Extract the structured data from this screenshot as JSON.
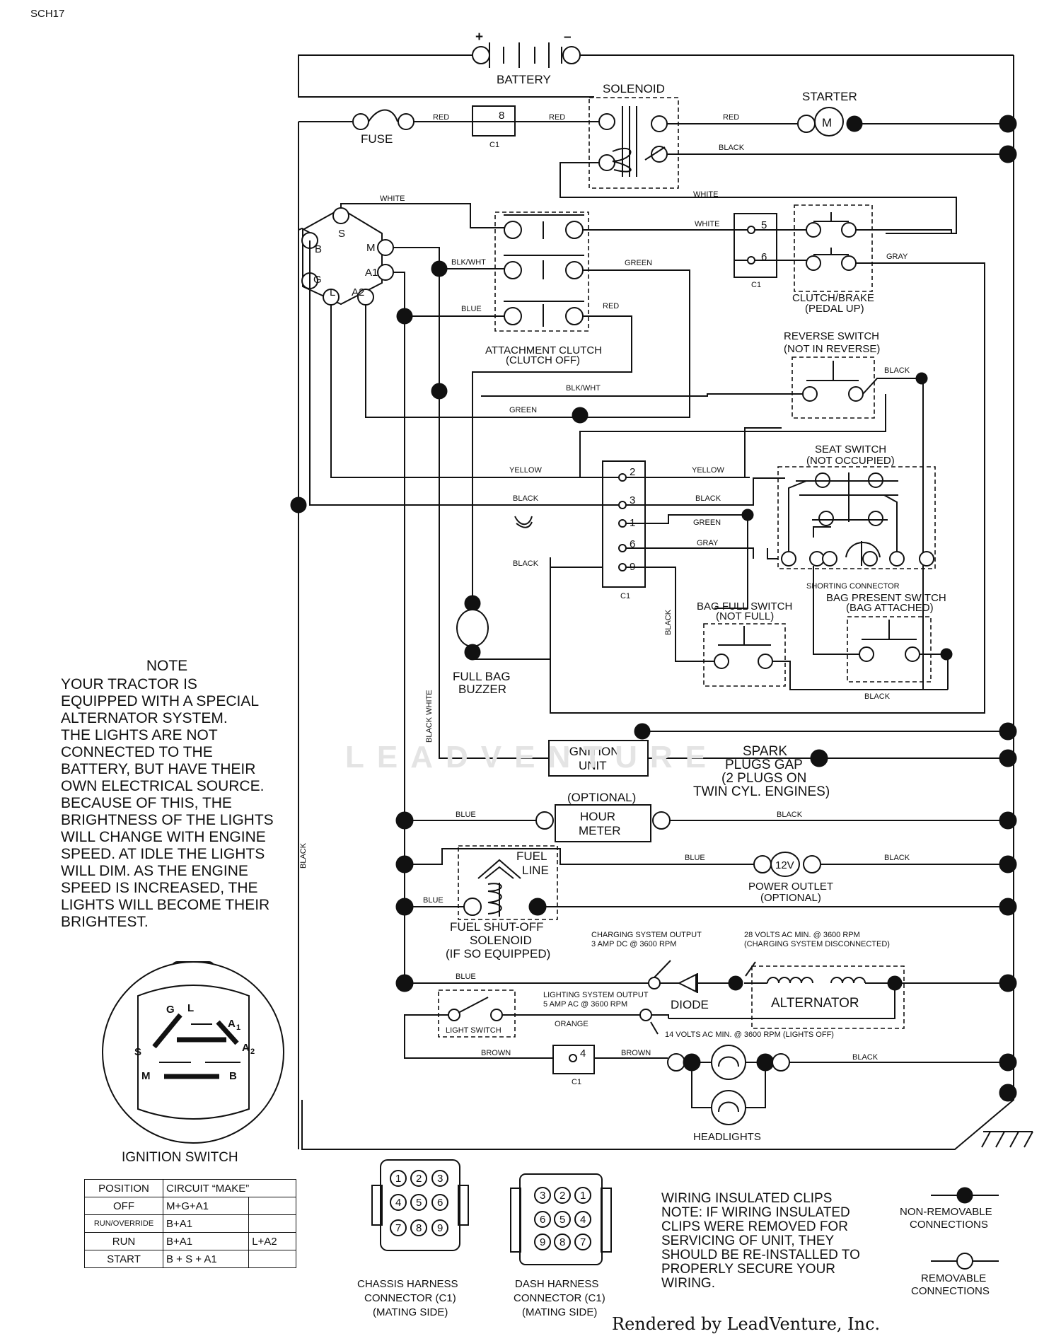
{
  "page_code": "SCH17",
  "battery": {
    "label": "BATTERY",
    "plus": "+",
    "minus": "–"
  },
  "labels": {
    "solenoid": "SOLENOID",
    "starter": "STARTER",
    "starter_letter": "M",
    "fuse": "FUSE",
    "attachment_clutch": [
      "ATTACHMENT CLUTCH",
      "(CLUTCH OFF)"
    ],
    "clutch_brake": [
      "CLUTCH/BRAKE",
      "(PEDAL UP)"
    ],
    "reverse_switch": [
      "REVERSE SWITCH",
      "(NOT IN REVERSE)"
    ],
    "seat_switch": [
      "SEAT SWITCH",
      "(NOT OCCUPIED)"
    ],
    "shorting_connector": "SHORTING CONNECTOR",
    "bag_full_switch": [
      "BAG FULL SWITCH",
      "(NOT FULL)"
    ],
    "bag_present_switch": [
      "BAG PRESENT SWITCH",
      "(BAG ATTACHED)"
    ],
    "full_bag_buzzer": [
      "FULL BAG",
      "BUZZER"
    ],
    "ignition_unit": [
      "IGNITION",
      "UNIT"
    ],
    "spark_plugs": [
      "SPARK",
      "PLUGS GAP",
      "(2 PLUGS ON",
      "TWIN CYL. ENGINES)"
    ],
    "hour_meter": [
      "(OPTIONAL)",
      "HOUR",
      "METER"
    ],
    "fuel_line": [
      "FUEL",
      "LINE"
    ],
    "power_outlet": [
      "POWER OUTLET",
      "(OPTIONAL)"
    ],
    "power_outlet_value": "12V",
    "fuel_shutoff": [
      "FUEL SHUT-OFF",
      "SOLENOID",
      "(IF SO EQUIPPED)"
    ],
    "charging_output": [
      "CHARGING SYSTEM OUTPUT",
      "3 AMP DC @ 3600 RPM"
    ],
    "volts_28": [
      "28 VOLTS AC MIN. @ 3600 RPM",
      "(CHARGING SYSTEM DISCONNECTED)"
    ],
    "lighting_output": [
      "LIGHTING SYSTEM OUTPUT",
      "5 AMP AC @ 3600 RPM"
    ],
    "diode": "DIODE",
    "alternator": "ALTERNATOR",
    "light_switch": "LIGHT SWITCH",
    "volts_14": "14 VOLTS AC MIN. @ 3600 RPM (LIGHTS OFF)",
    "headlights": "HEADLIGHTS",
    "ignition_switch": "IGNITION SWITCH",
    "c1": "C1",
    "terminals": [
      "S",
      "B",
      "M",
      "A1",
      "G",
      "L",
      "A2"
    ]
  },
  "wires": {
    "red": "RED",
    "black": "BLACK",
    "white": "WHITE",
    "blkwht": "BLK/WHT",
    "green": "GREEN",
    "blue": "BLUE",
    "gray": "GRAY",
    "yellow": "YELLOW",
    "orange": "ORANGE",
    "brown": "BROWN",
    "black_white": "BLACK WHITE"
  },
  "c1_pins": {
    "p8": "8",
    "p5": "5",
    "p6": "6",
    "p2": "2",
    "p3": "3",
    "p1": "1",
    "p6b": "6",
    "p9": "9",
    "p4": "4"
  },
  "note": {
    "title": "NOTE",
    "lines": [
      "YOUR TRACTOR IS",
      "EQUIPPED WITH A SPECIAL",
      "ALTERNATOR SYSTEM.",
      "THE LIGHTS ARE NOT",
      "CONNECTED TO THE",
      "BATTERY, BUT HAVE THEIR",
      "OWN ELECTRICAL SOURCE.",
      "BECAUSE OF THIS, THE",
      "BRIGHTNESS OF THE LIGHTS",
      "WILL CHANGE WITH ENGINE",
      "SPEED.  AT IDLE THE LIGHTS",
      "WILL DIM.  AS THE ENGINE",
      "SPEED IS INCREASED,  THE",
      "LIGHTS WILL BECOME THEIR",
      "BRIGHTEST."
    ]
  },
  "ignition_switch_face": {
    "G": "G",
    "L": "L",
    "A1": "A",
    "A1_sub": "1",
    "A2": "A",
    "A2_sub": "2",
    "S": "S",
    "M": "M",
    "B": "B"
  },
  "ignition_table": {
    "headers": [
      "POSITION",
      "CIRCUIT    “MAKE”"
    ],
    "rows": [
      {
        "position": "OFF",
        "circuit": "M+G+A1",
        "extra": ""
      },
      {
        "position": "RUN/OVERRIDE",
        "circuit": "B+A1",
        "extra": ""
      },
      {
        "position": "RUN",
        "circuit": "B+A1",
        "extra": "L+A2"
      },
      {
        "position": "START",
        "circuit": "B + S + A1",
        "extra": ""
      }
    ]
  },
  "connectors": {
    "chassis": {
      "caption": [
        "CHASSIS HARNESS",
        "CONNECTOR (C1)",
        "(MATING SIDE)"
      ],
      "pins": [
        "1",
        "2",
        "3",
        "4",
        "5",
        "6",
        "7",
        "8",
        "9"
      ]
    },
    "dash": {
      "caption": [
        "DASH HARNESS",
        "CONNECTOR (C1)",
        "(MATING SIDE)"
      ],
      "pins": [
        "3",
        "2",
        "1",
        "6",
        "5",
        "4",
        "9",
        "8",
        "7"
      ]
    }
  },
  "clips_note": [
    "WIRING INSULATED CLIPS",
    "NOTE: IF WIRING INSULATED",
    "CLIPS WERE REMOVED FOR",
    "SERVICING OF UNIT, THEY",
    "SHOULD BE RE-INSTALLED TO",
    "PROPERLY SECURE YOUR",
    "WIRING."
  ],
  "legend": {
    "non_removable": [
      "NON-REMOVABLE",
      "CONNECTIONS"
    ],
    "removable": [
      "REMOVABLE",
      "CONNECTIONS"
    ]
  },
  "watermark": "LEADVENTURE",
  "render_credit": "Rendered by LeadVenture, Inc."
}
